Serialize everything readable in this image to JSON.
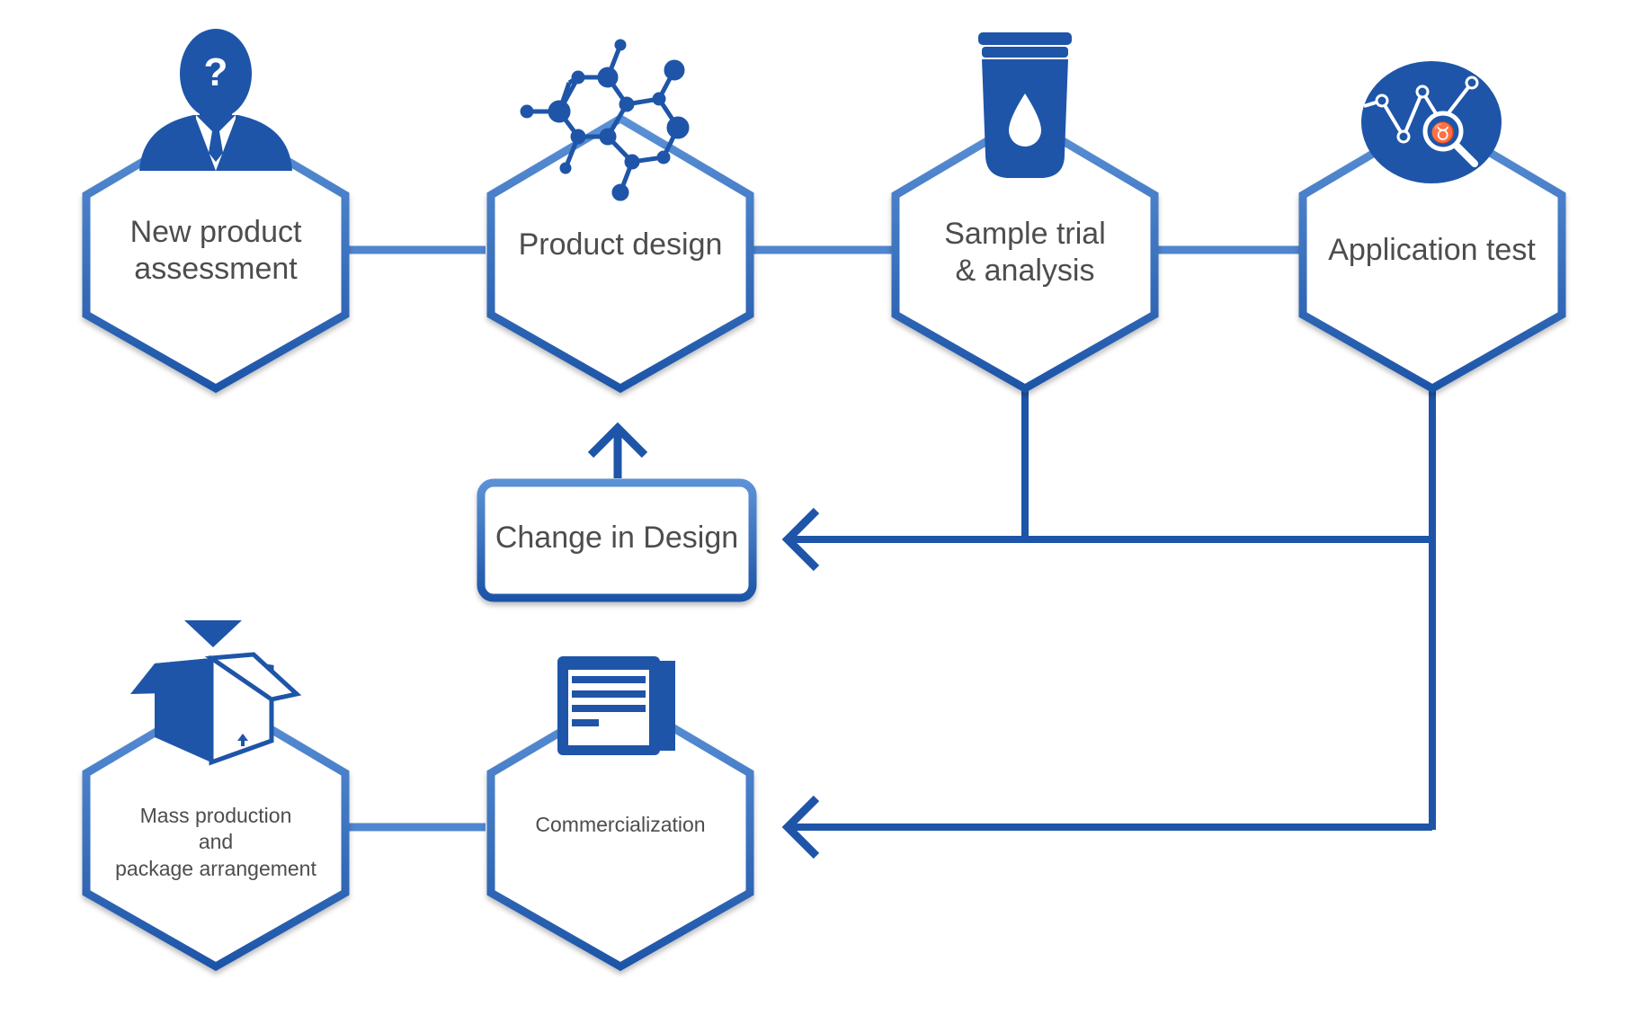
{
  "colors": {
    "primary": "#1e55a8",
    "light": "#5b91d6",
    "text": "#4d4d4d",
    "background": "#ffffff"
  },
  "nodes": {
    "new_product": {
      "label": "New product\nassessment",
      "icon": "person-question-icon"
    },
    "product_design": {
      "label": "Product design",
      "icon": "molecule-icon"
    },
    "sample_trial": {
      "label": "Sample trial\n& analysis",
      "icon": "sample-bottle-icon"
    },
    "application_test": {
      "label": "Application test",
      "icon": "analytics-magnifier-icon"
    },
    "mass_production": {
      "label": "Mass production\nand\npackage arrangement",
      "icon": "open-box-icon"
    },
    "commercialization": {
      "label": "Commercialization",
      "icon": "document-icon"
    }
  },
  "change_box": {
    "label": "Change in Design"
  }
}
